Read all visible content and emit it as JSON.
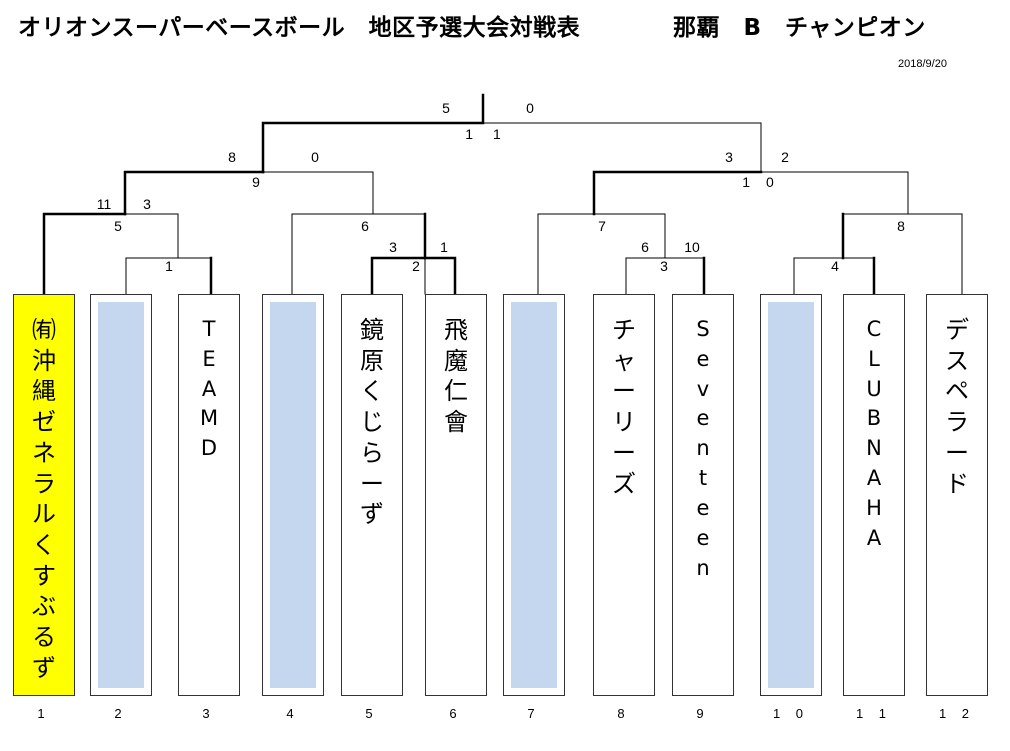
{
  "header": {
    "title": "オリオンスーパーベースボール　地区予選大会対戦表",
    "division": "那覇　B　チャンピオン",
    "date": "2018/9/20"
  },
  "teams": [
    {
      "slot": "1",
      "name": "㈲沖縄ゼネラルくすぶるず",
      "bye": false,
      "winner": true
    },
    {
      "slot": "2",
      "name": "",
      "bye": true,
      "winner": false
    },
    {
      "slot": "3",
      "name": "TEAMD",
      "bye": false,
      "winner": false
    },
    {
      "slot": "4",
      "name": "",
      "bye": true,
      "winner": false
    },
    {
      "slot": "5",
      "name": "鏡原くじらーず",
      "bye": false,
      "winner": false
    },
    {
      "slot": "6",
      "name": "飛魔仁會",
      "bye": false,
      "winner": false
    },
    {
      "slot": "7",
      "name": "",
      "bye": true,
      "winner": false
    },
    {
      "slot": "8",
      "name": "チャーリーズ",
      "bye": false,
      "winner": false
    },
    {
      "slot": "9",
      "name": "Seventeen",
      "bye": false,
      "winner": false
    },
    {
      "slot": "1 0",
      "name": "",
      "bye": true,
      "winner": false
    },
    {
      "slot": "1 1",
      "name": "CLUBNAHA",
      "bye": false,
      "winner": false
    },
    {
      "slot": "1 2",
      "name": "デスペラード",
      "bye": false,
      "winner": false
    }
  ],
  "games": [
    {
      "no": "1",
      "left_score": "",
      "right_score": ""
    },
    {
      "no": "2",
      "left_score": "3",
      "right_score": "1"
    },
    {
      "no": "3",
      "left_score": "6",
      "right_score": "10"
    },
    {
      "no": "4",
      "left_score": "",
      "right_score": ""
    },
    {
      "no": "5",
      "left_score": "11",
      "right_score": "3"
    },
    {
      "no": "6",
      "left_score": "",
      "right_score": ""
    },
    {
      "no": "7",
      "left_score": "",
      "right_score": ""
    },
    {
      "no": "8",
      "left_score": "",
      "right_score": ""
    },
    {
      "no": "9",
      "left_score": "8",
      "right_score": "0"
    },
    {
      "no": "1 0",
      "left_score": "3",
      "right_score": "2"
    },
    {
      "no": "1 1",
      "left_score": "5",
      "right_score": "0"
    }
  ]
}
